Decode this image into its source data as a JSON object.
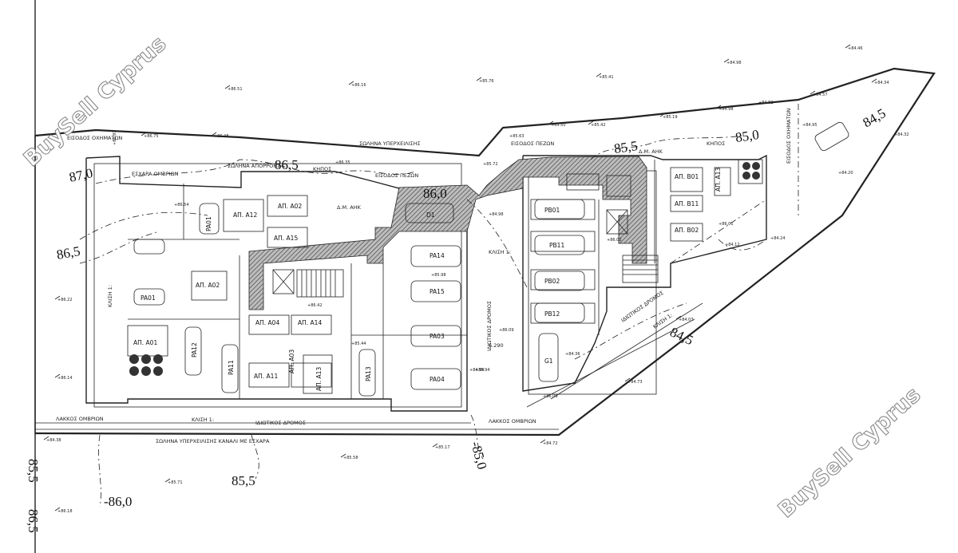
{
  "watermarks": [
    "BuySell Cyprus",
    "BuySell Cyprus"
  ],
  "elevations": [
    {
      "label": "87,0"
    },
    {
      "label": "86,5"
    },
    {
      "label": "86,5"
    },
    {
      "label": "86,0"
    },
    {
      "label": "85,5"
    },
    {
      "label": "85,0"
    },
    {
      "label": "84,5"
    },
    {
      "label": "84,5"
    },
    {
      "label": "85,5"
    },
    {
      "label": "-85,0"
    },
    {
      "label": "-86,0"
    },
    {
      "label": "85,5"
    },
    {
      "label": "86,5"
    }
  ],
  "apartments": [
    {
      "label": "ΑΠ. Α12"
    },
    {
      "label": "ΑΠ. Α02"
    },
    {
      "label": "ΑΠ. Α15"
    },
    {
      "label": "ΑΠ. Α02"
    },
    {
      "label": "ΑΠ. Α01"
    },
    {
      "label": "ΑΠ. Α04"
    },
    {
      "label": "ΑΠ. Α14"
    },
    {
      "label": "ΑΠ. Α11"
    },
    {
      "label": "ΑΠ. Α03"
    },
    {
      "label": "ΑΠ. Α13"
    },
    {
      "label": "ΑΠ. Β01"
    },
    {
      "label": "ΑΠ. Β11"
    },
    {
      "label": "ΑΠ. Β02"
    },
    {
      "label": "ΑΠ. Α13"
    }
  ],
  "parking": [
    {
      "label": "PA14"
    },
    {
      "label": "PA15"
    },
    {
      "label": "PA03"
    },
    {
      "label": "PA04"
    },
    {
      "label": "PB01"
    },
    {
      "label": "PB11"
    },
    {
      "label": "PB02"
    },
    {
      "label": "PB12"
    },
    {
      "label": "G1"
    },
    {
      "label": "PA01"
    },
    {
      "label": "PA12"
    },
    {
      "label": "PA01"
    },
    {
      "label": "PA11"
    },
    {
      "label": "PA13"
    },
    {
      "label": "D1"
    }
  ],
  "annotations": {
    "pedestrian_entrance_1": "ΕΙΣΟΔΟΣ ΠΕΖΩΝ",
    "pedestrian_entrance_2": "ΕΙΣΟΔΟΣ ΠΕΖΩΝ",
    "vehicle_entrance": "ΕΙΣΟΔΟΣ ΟΧΗΜΑΤΩΝ",
    "vehicle_entrance_2": "ΕΙΣΟΔΟΣ ΟΧΗΜΑΤΩΝ",
    "emergency_pipe": "ΣΩΛΗΝΑ ΥΠΕΡΧΕΙΛΙΣΗΣ",
    "pipe_grate": "ΣΩΛΗΝΑ ΥΠΕΡΧΕΙΛΙΣΗΣ ΚΑΝΑΛΙ ΜΕ ΕΣΧΑΡΑ",
    "grate_rain": "ΕΣΧΑΡΑ ΟΜΒΡΙΩΝ",
    "common_area": "Δ.Μ. ΑΗΚ",
    "common_area_2": "Δ.Μ. ΑΗΚ",
    "garden_1": "ΚΗΠΟΣ",
    "garden_2": "ΚΗΠΟΣ",
    "private_road_1": "ΙΔΙΩΤΙΚΟΣ ΔΡΟΜΟΣ",
    "private_road_2": "ΙΔΙΩΤΙΚΟΣ ΔΡΟΜΟΣ",
    "private_road_3": "ΙΔΙΩΤΙΚΟΣ ΔΡΟΜΟΣ",
    "drain_1": "ΛΑΚΚΟΣ ΟΜΒΡΙΩΝ",
    "drain_2": "ΛΑΚΚΟΣ ΟΜΒΡΙΩΝ",
    "drain_3": "ΣΩΛΗΝΑ ΑΠΟΡΡΟΗΣ",
    "width": "6.290",
    "ramp_1": "ΚΛΙΣΗ 1:",
    "ramp_2": "ΚΛΙΣΗ 1:",
    "ramp_3": "ΚΛΙΣΗ 1:",
    "ramp_4": "ΚΛΙΣΗ 1:"
  },
  "spot_levels": [
    "+86.51",
    "+86.16",
    "+85.76",
    "+85.41",
    "+84.98",
    "+84.46",
    "+86.75",
    "+86.48",
    "+86.35",
    "+85.50",
    "+85.42",
    "+85.19",
    "+84.98",
    "+84.82",
    "+84.57",
    "+84.34",
    "+85.63",
    "+85.72",
    "+84.95",
    "+84.20",
    "+84.32",
    "+84.24",
    "+84.12",
    "+84.03",
    "+84.73",
    "+84.36",
    "+84.94",
    "+86.09",
    "+84.38",
    "+84.72",
    "+85.17",
    "+85.58",
    "+85.71",
    "+86.18",
    "+86.14",
    "+86.22",
    "+86.42",
    "+86.54",
    "+86.93",
    "+85.44",
    "+86.02",
    "+84.98",
    "+86.01",
    "+85.98",
    "+85.94",
    "+86.09"
  ],
  "colors": {
    "line": "#222222",
    "hatch": "#7a7a7a",
    "watermark_stroke": "#8a8a8a"
  }
}
